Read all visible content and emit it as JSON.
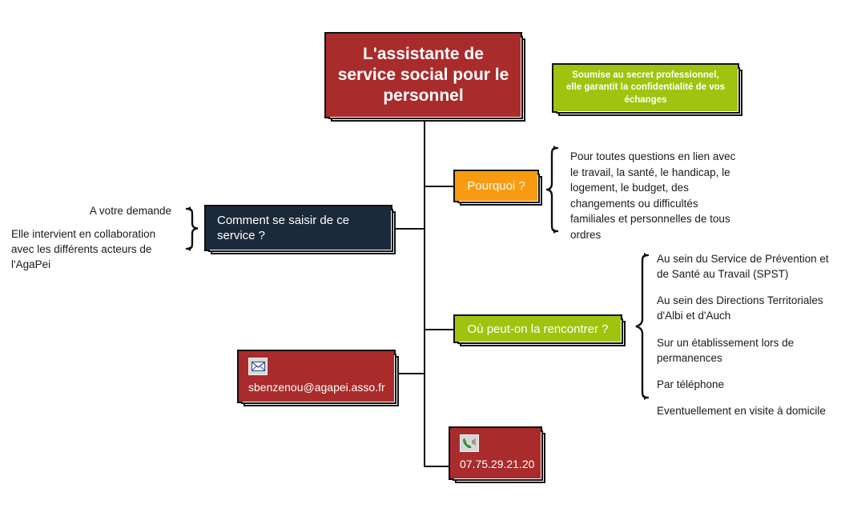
{
  "colors": {
    "red": "#A92B2B",
    "red_dark": "#9E2424",
    "green": "#9FC40F",
    "orange": "#F99B11",
    "navy": "#1B2A3A",
    "line": "#111111",
    "text": "#1a1a1a",
    "white": "#ffffff"
  },
  "root": {
    "label": "L'assistante de service social pour le personnel"
  },
  "confidentiality": {
    "label": "Soumise au secret professionnel, elle garantit la confidentialité de vos échanges"
  },
  "branches": {
    "pourquoi": {
      "label": "Pourquoi ?",
      "detail": "Pour toutes questions en lien avec le travail, la santé, le handicap, le logement, le budget, des changements ou difficultés familiales et personnelles de tous ordres"
    },
    "comment": {
      "label": "Comment se saisir de ce service ?",
      "notes": [
        "A votre demande",
        "Elle intervient en collaboration avec les différents acteurs de l'AgaPei"
      ]
    },
    "ou": {
      "label": "Où peut-on la rencontrer ?",
      "items": [
        "Au sein du Service de Prévention et de Santé au Travail (SPST)",
        "Au sein des Directions Territoriales d'Albi et d'Auch",
        "Sur un établissement lors de permanences",
        "Par téléphone",
        "Eventuellement en visite à domicile"
      ]
    }
  },
  "contacts": {
    "email": {
      "icon": "envelope-icon",
      "value": "sbenzenou@agapei.asso.fr"
    },
    "phone": {
      "icon": "telephone-icon",
      "value": "07.75.29.21.20"
    }
  }
}
